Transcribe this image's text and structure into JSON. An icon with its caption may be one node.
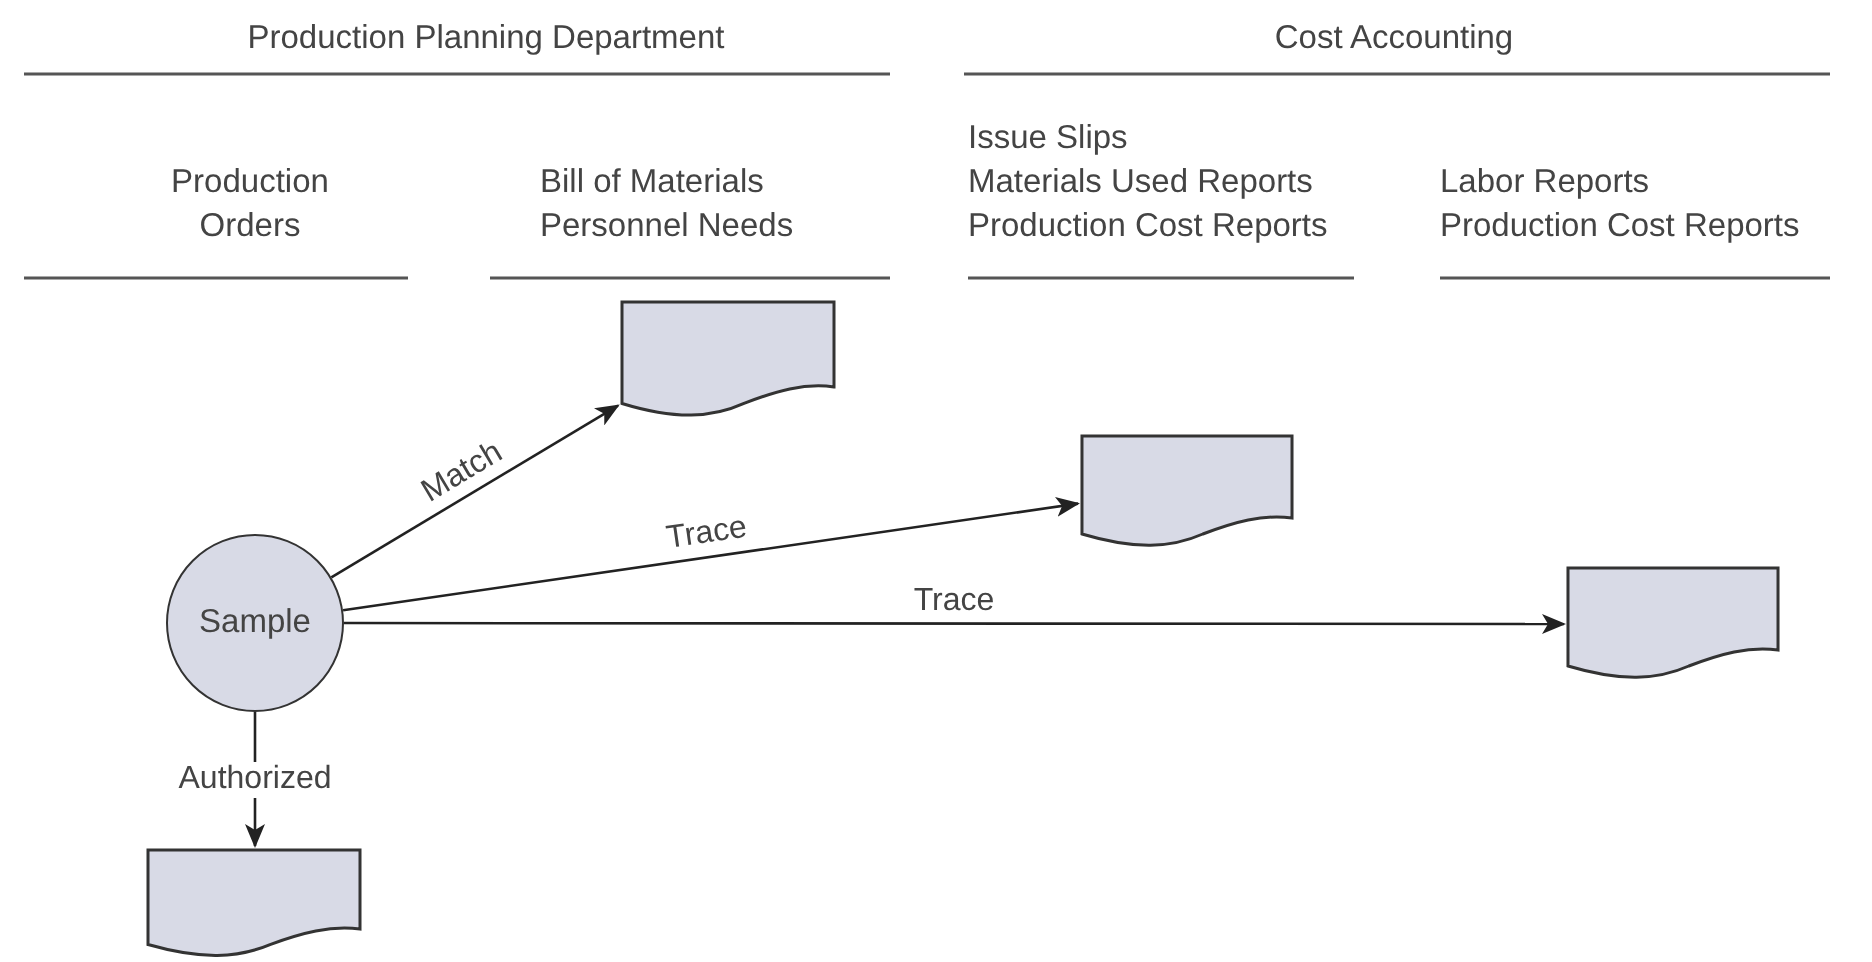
{
  "diagram": {
    "nodes": [
      {
        "text": [
          "Sample"
        ]
      },
      {
        "text": [],
        "shape": "document"
      },
      {
        "text": [],
        "shape": "document"
      },
      {
        "text": [],
        "shape": "document"
      },
      {
        "text": [],
        "shape": "document"
      }
    ],
    "edges": [
      {
        "from": 0,
        "to": 1,
        "arrow": "to",
        "label": "Match"
      },
      {
        "from": 0,
        "to": 2,
        "arrow": "to",
        "label": "Trace"
      },
      {
        "from": 0,
        "to": 3,
        "arrow": "to",
        "label": "Trace"
      },
      {
        "from": 0,
        "to": 4,
        "arrow": "to",
        "label": "Authorized"
      }
    ],
    "labels": [
      "Production Planning Department",
      "Cost Accounting",
      "Production Orders",
      "Bill of Materials",
      "Personnel Needs",
      "Issue Slips",
      "Materials Used Reports",
      "Production Cost Reports",
      "Labor Reports",
      "Production Cost Reports"
    ]
  }
}
